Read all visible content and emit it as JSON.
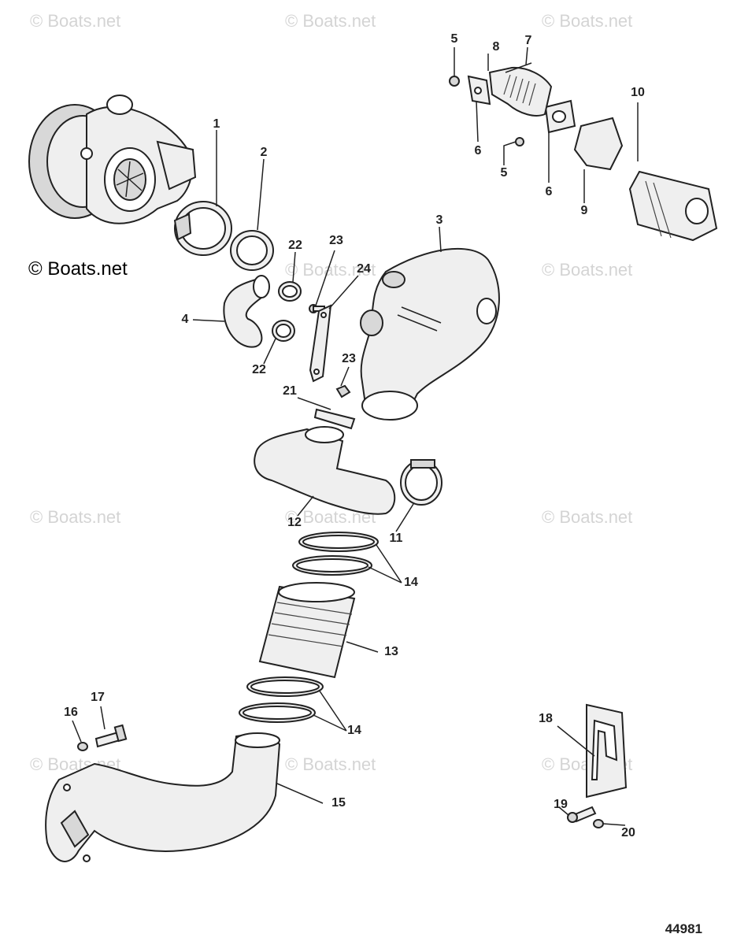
{
  "watermark_text": "© Boats.net",
  "brand_text": "© Boats.net",
  "figure_number": "44981",
  "callouts": {
    "c1": "1",
    "c2": "2",
    "c3": "3",
    "c4": "4",
    "c5a": "5",
    "c5b": "5",
    "c6a": "6",
    "c6b": "6",
    "c7": "7",
    "c8": "8",
    "c9": "9",
    "c10": "10",
    "c11": "11",
    "c12": "12",
    "c13": "13",
    "c14a": "14",
    "c14b": "14",
    "c15": "15",
    "c16": "16",
    "c17": "17",
    "c18": "18",
    "c19": "19",
    "c20": "20",
    "c21": "21",
    "c22a": "22",
    "c22b": "22",
    "c23a": "23",
    "c23b": "23",
    "c24": "24"
  }
}
